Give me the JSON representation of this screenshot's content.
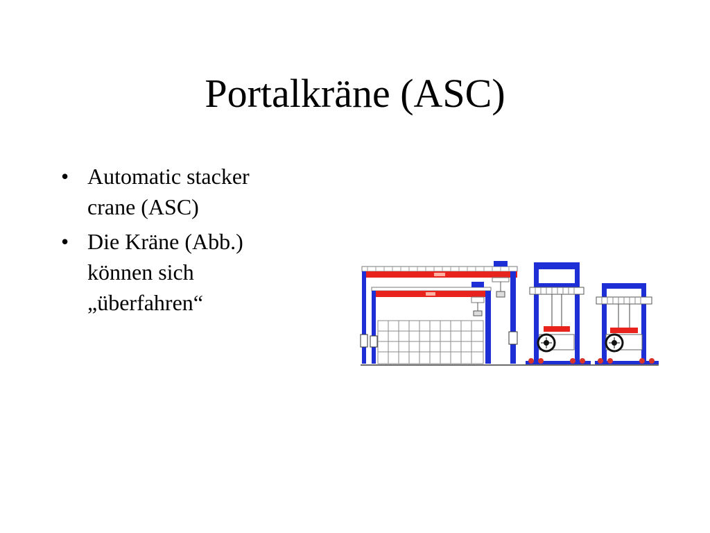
{
  "slide": {
    "title": "Portalkräne (ASC)",
    "bullets": [
      {
        "marker": "•",
        "text": "Automatic stacker\ncrane (ASC)"
      },
      {
        "marker": "•",
        "text": "Die Kräne (Abb.)\nkönnen sich\n„überfahren“"
      }
    ]
  },
  "figure": {
    "colors": {
      "frame": "#1f2fd6",
      "girder": "#e8221c",
      "wheel": "#d8342a",
      "outline": "#6b6b6b"
    }
  }
}
